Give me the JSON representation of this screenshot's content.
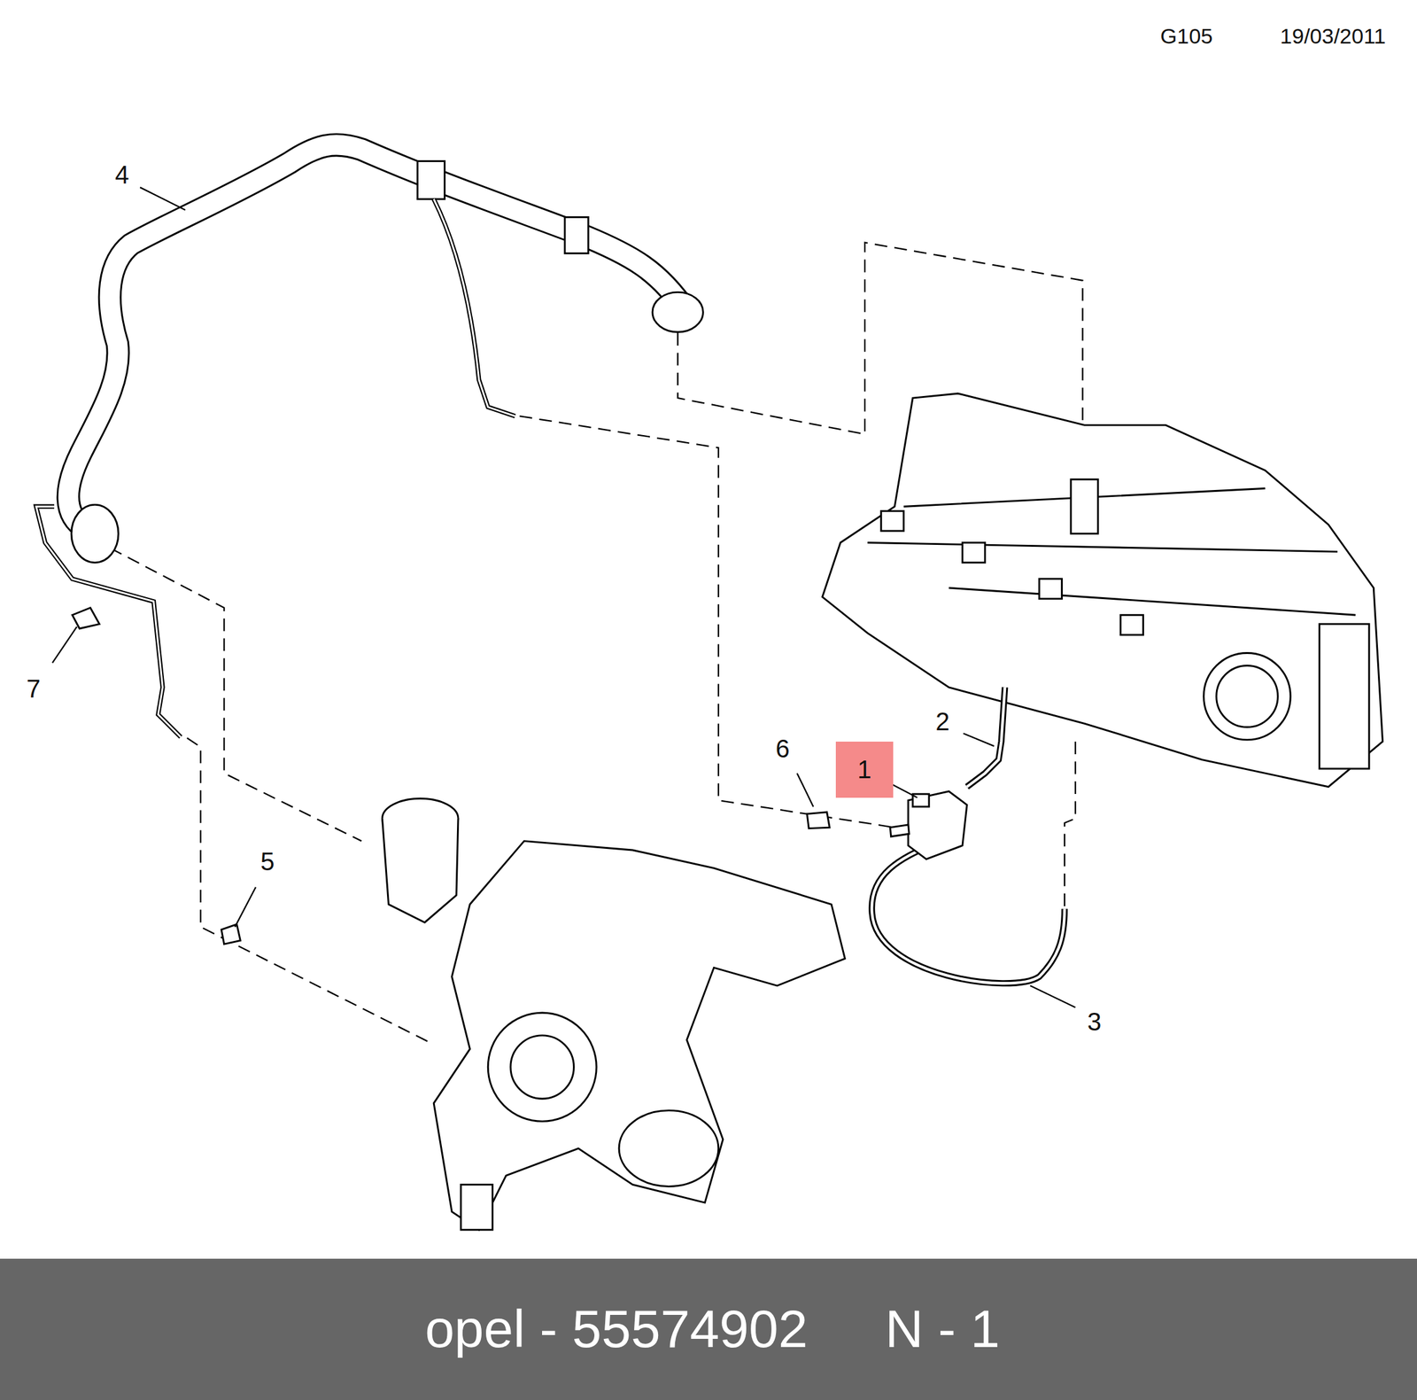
{
  "diagram": {
    "nodes": [
      {
        "text": [
          "1"
        ]
      },
      {
        "text": [
          "opel - 55574902",
          "N - 1"
        ]
      }
    ],
    "labels": [
      "G105",
      "19/03/2011",
      "4",
      "7",
      "2",
      "6",
      "5",
      "3"
    ]
  }
}
